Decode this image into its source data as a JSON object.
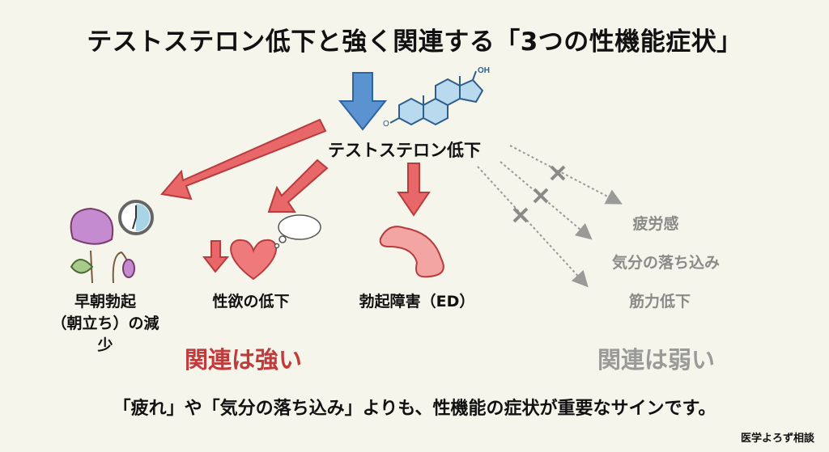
{
  "title": "テストステロン低下と強く関連する「3つの性機能症状」",
  "center": {
    "label": "テストステロン低下",
    "molecule_label": "OH"
  },
  "strong_symptoms": [
    {
      "line1": "早朝勃起",
      "line2": "（朝立ち）の減少"
    },
    {
      "line1": "性欲の低下"
    },
    {
      "line1": "勃起障害（ED）"
    }
  ],
  "weak_symptoms": [
    "疲労感",
    "気分の落ち込み",
    "筋力低下"
  ],
  "strong_label": "関連は強い",
  "weak_label": "関連は弱い",
  "footer": "「疲れ」や「気分の落ち込み」よりも、性機能の症状が重要なサインです。",
  "credit": "医学よろず相談",
  "colors": {
    "background": "#f6f5ec",
    "red_arrow": "#e8686a",
    "blue_arrow": "#5a93d0",
    "strong_text": "#c23a3a",
    "weak_text": "#9a9a98"
  }
}
